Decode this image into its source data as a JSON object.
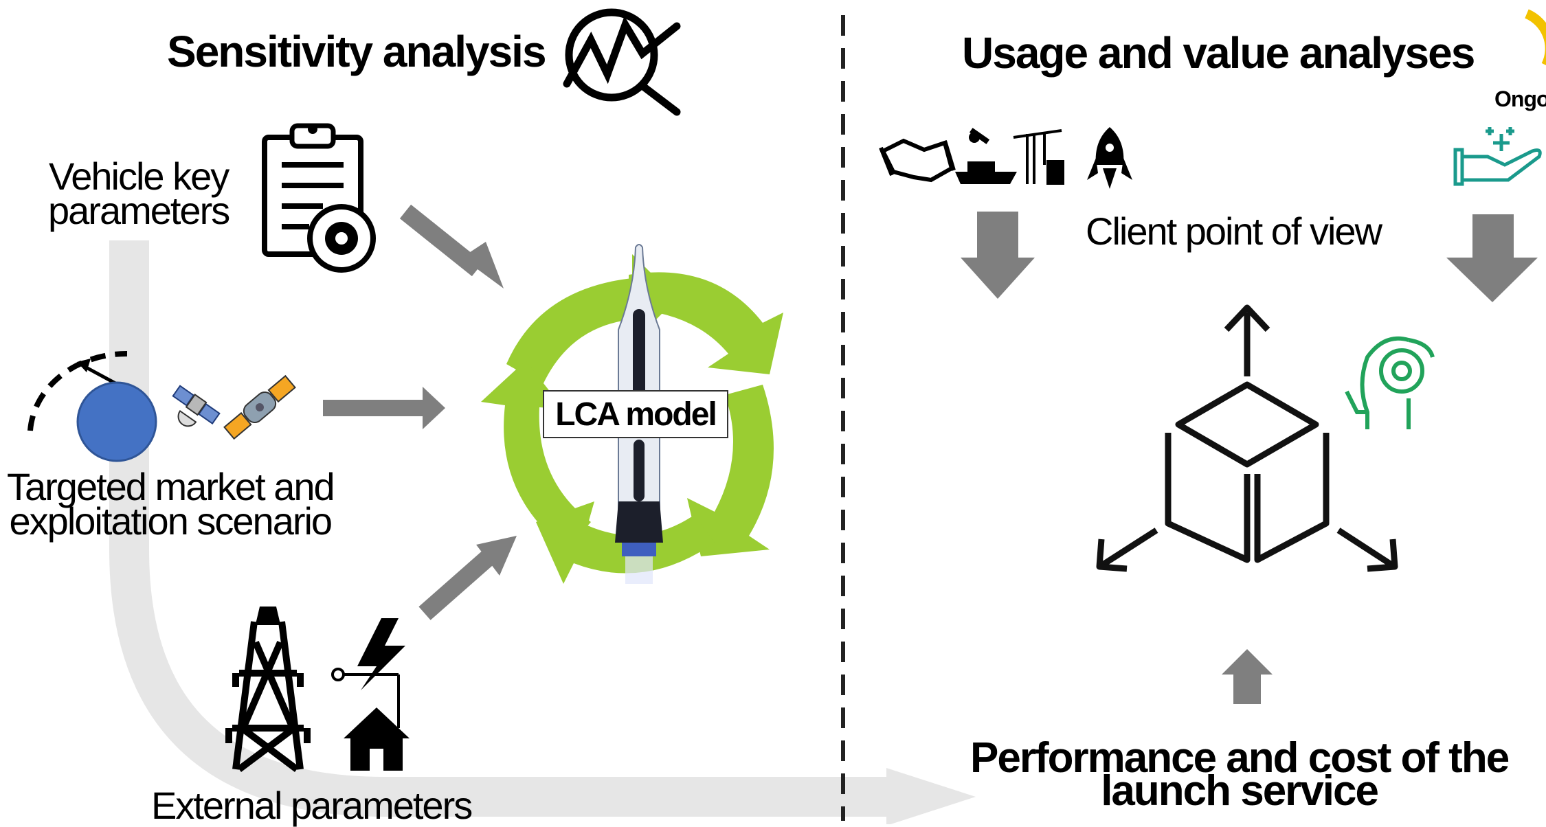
{
  "left_title": "Sensitivity analysis",
  "right_title": "Usage and value analyses",
  "cut_label": "Ongo",
  "vehicle_label": [
    "Vehicle key",
    "parameters"
  ],
  "market_label": [
    "Targeted market and",
    "exploitation scenario"
  ],
  "external_label": "External parameters",
  "lca_label": "LCA model",
  "client_label": "Client point of view",
  "performance_label": [
    "Performance and cost of the",
    "launch service"
  ],
  "colors": {
    "cycle_green": "#9acd32",
    "arrow_gray": "#7f7f7f",
    "flow_gray": "#e6e6e6",
    "globe_blue": "#4472c4",
    "teal": "#1a9a8c",
    "green": "#21a35a",
    "sun_yellow": "#f2c200"
  }
}
